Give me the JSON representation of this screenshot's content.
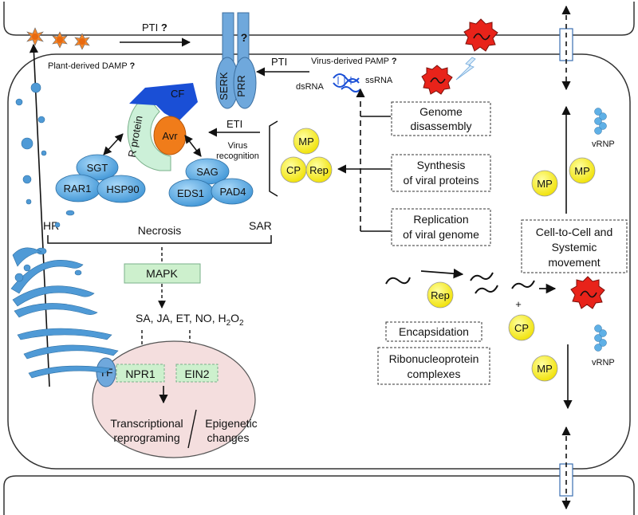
{
  "extracellular": {
    "pti_top": "PTI",
    "q": "?",
    "damp": "Plant-derived DAMP",
    "pamp": "Virus-derived PAMP"
  },
  "receptors": {
    "serk": "SERK",
    "prr": "PRR",
    "q": "?"
  },
  "rna": {
    "dsrna": "dsRNA",
    "ssrna": "ssRNA",
    "pti": "PTI"
  },
  "r_complex": {
    "cf": "CF",
    "r_protein": "R protein",
    "avr": "Avr",
    "sgt": "SGT",
    "rar1": "RAR1",
    "hsp90": "HSP90",
    "sag": "SAG",
    "eds1": "EDS1",
    "pad4": "PAD4"
  },
  "eti": {
    "label": "ETI",
    "recog1": "Virus",
    "recog2": "recognition"
  },
  "viral_proteins": {
    "mp": "MP",
    "cp": "CP",
    "rep": "Rep"
  },
  "steps": {
    "genome1": "Genome",
    "genome2": "disassembly",
    "synth1": "Synthesis",
    "synth2": "of viral proteins",
    "repl1": "Replication",
    "repl2": "of viral genome"
  },
  "defense": {
    "hr": "HR",
    "necrosis": "Necrosis",
    "sar": "SAR",
    "mapk": "MAPK",
    "signals": "SA, JA, ET, NO, H",
    "h2o2_sub": "2",
    "h2o2_o": "O",
    "q1": "?",
    "q2": "?"
  },
  "nucleus": {
    "tf": "TF",
    "npr1": "NPR1",
    "ein2": "EIN2",
    "tr1": "Transcriptional",
    "tr2": "reprograming",
    "ep1": "Epigenetic",
    "ep2": "changes"
  },
  "movement": {
    "box1": "Cell-to-Cell and",
    "box2": "Systemic",
    "box3": "movement",
    "vrnp": "vRNP",
    "mp": "MP",
    "rep": "Rep",
    "cp": "CP",
    "plus": "+"
  },
  "assembly": {
    "encaps": "Encapsidation",
    "ribo1": "Ribonucleoprotein",
    "ribo2": "complexes"
  },
  "colors": {
    "receptor": "#6fa8dc",
    "oval_blue": "#5fb0e6",
    "avr": "#f07c1a",
    "cf": "#1a4fd6",
    "yellow": "#ffff00",
    "virus_red": "#e8231a",
    "nucleus": "#f4dede",
    "mapk": "#cdf0cd"
  }
}
